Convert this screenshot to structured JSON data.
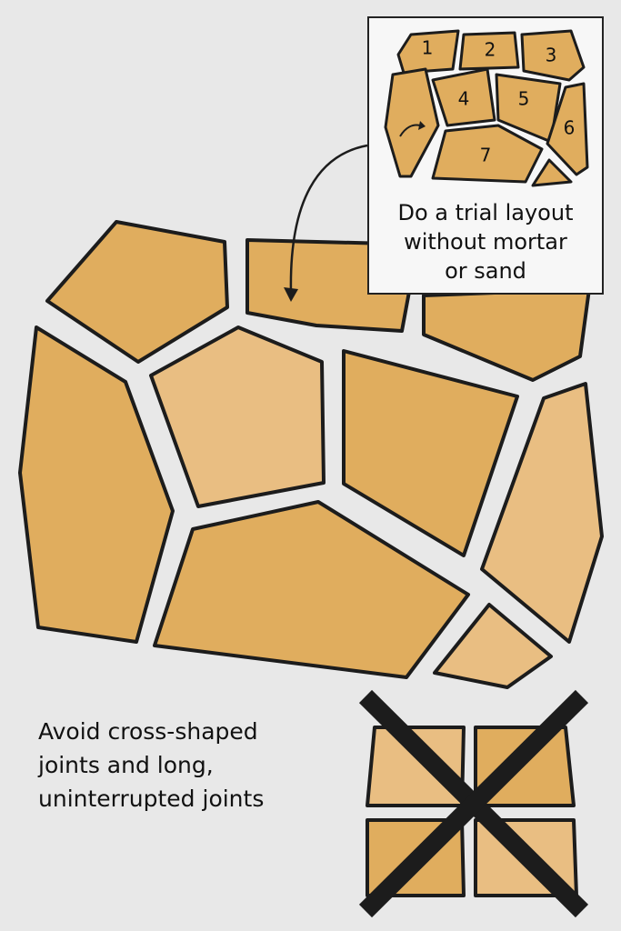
{
  "colors": {
    "background": "#e8e8e8",
    "stone_dark": "#e0ad5e",
    "stone_light": "#e9be82",
    "outline": "#1c1c1c",
    "inset_background": "#f7f7f7"
  },
  "inset": {
    "caption_lines": [
      "Do a trial layout",
      "without mortar",
      "or sand"
    ],
    "stone_numbers": [
      "1",
      "2",
      "3",
      "4",
      "5",
      "6",
      "7"
    ]
  },
  "bad_example": {
    "caption_lines": [
      "Avoid cross-shaped",
      "joints and long,",
      "uninterrupted joints"
    ],
    "icon": "cross-out-x-icon"
  }
}
